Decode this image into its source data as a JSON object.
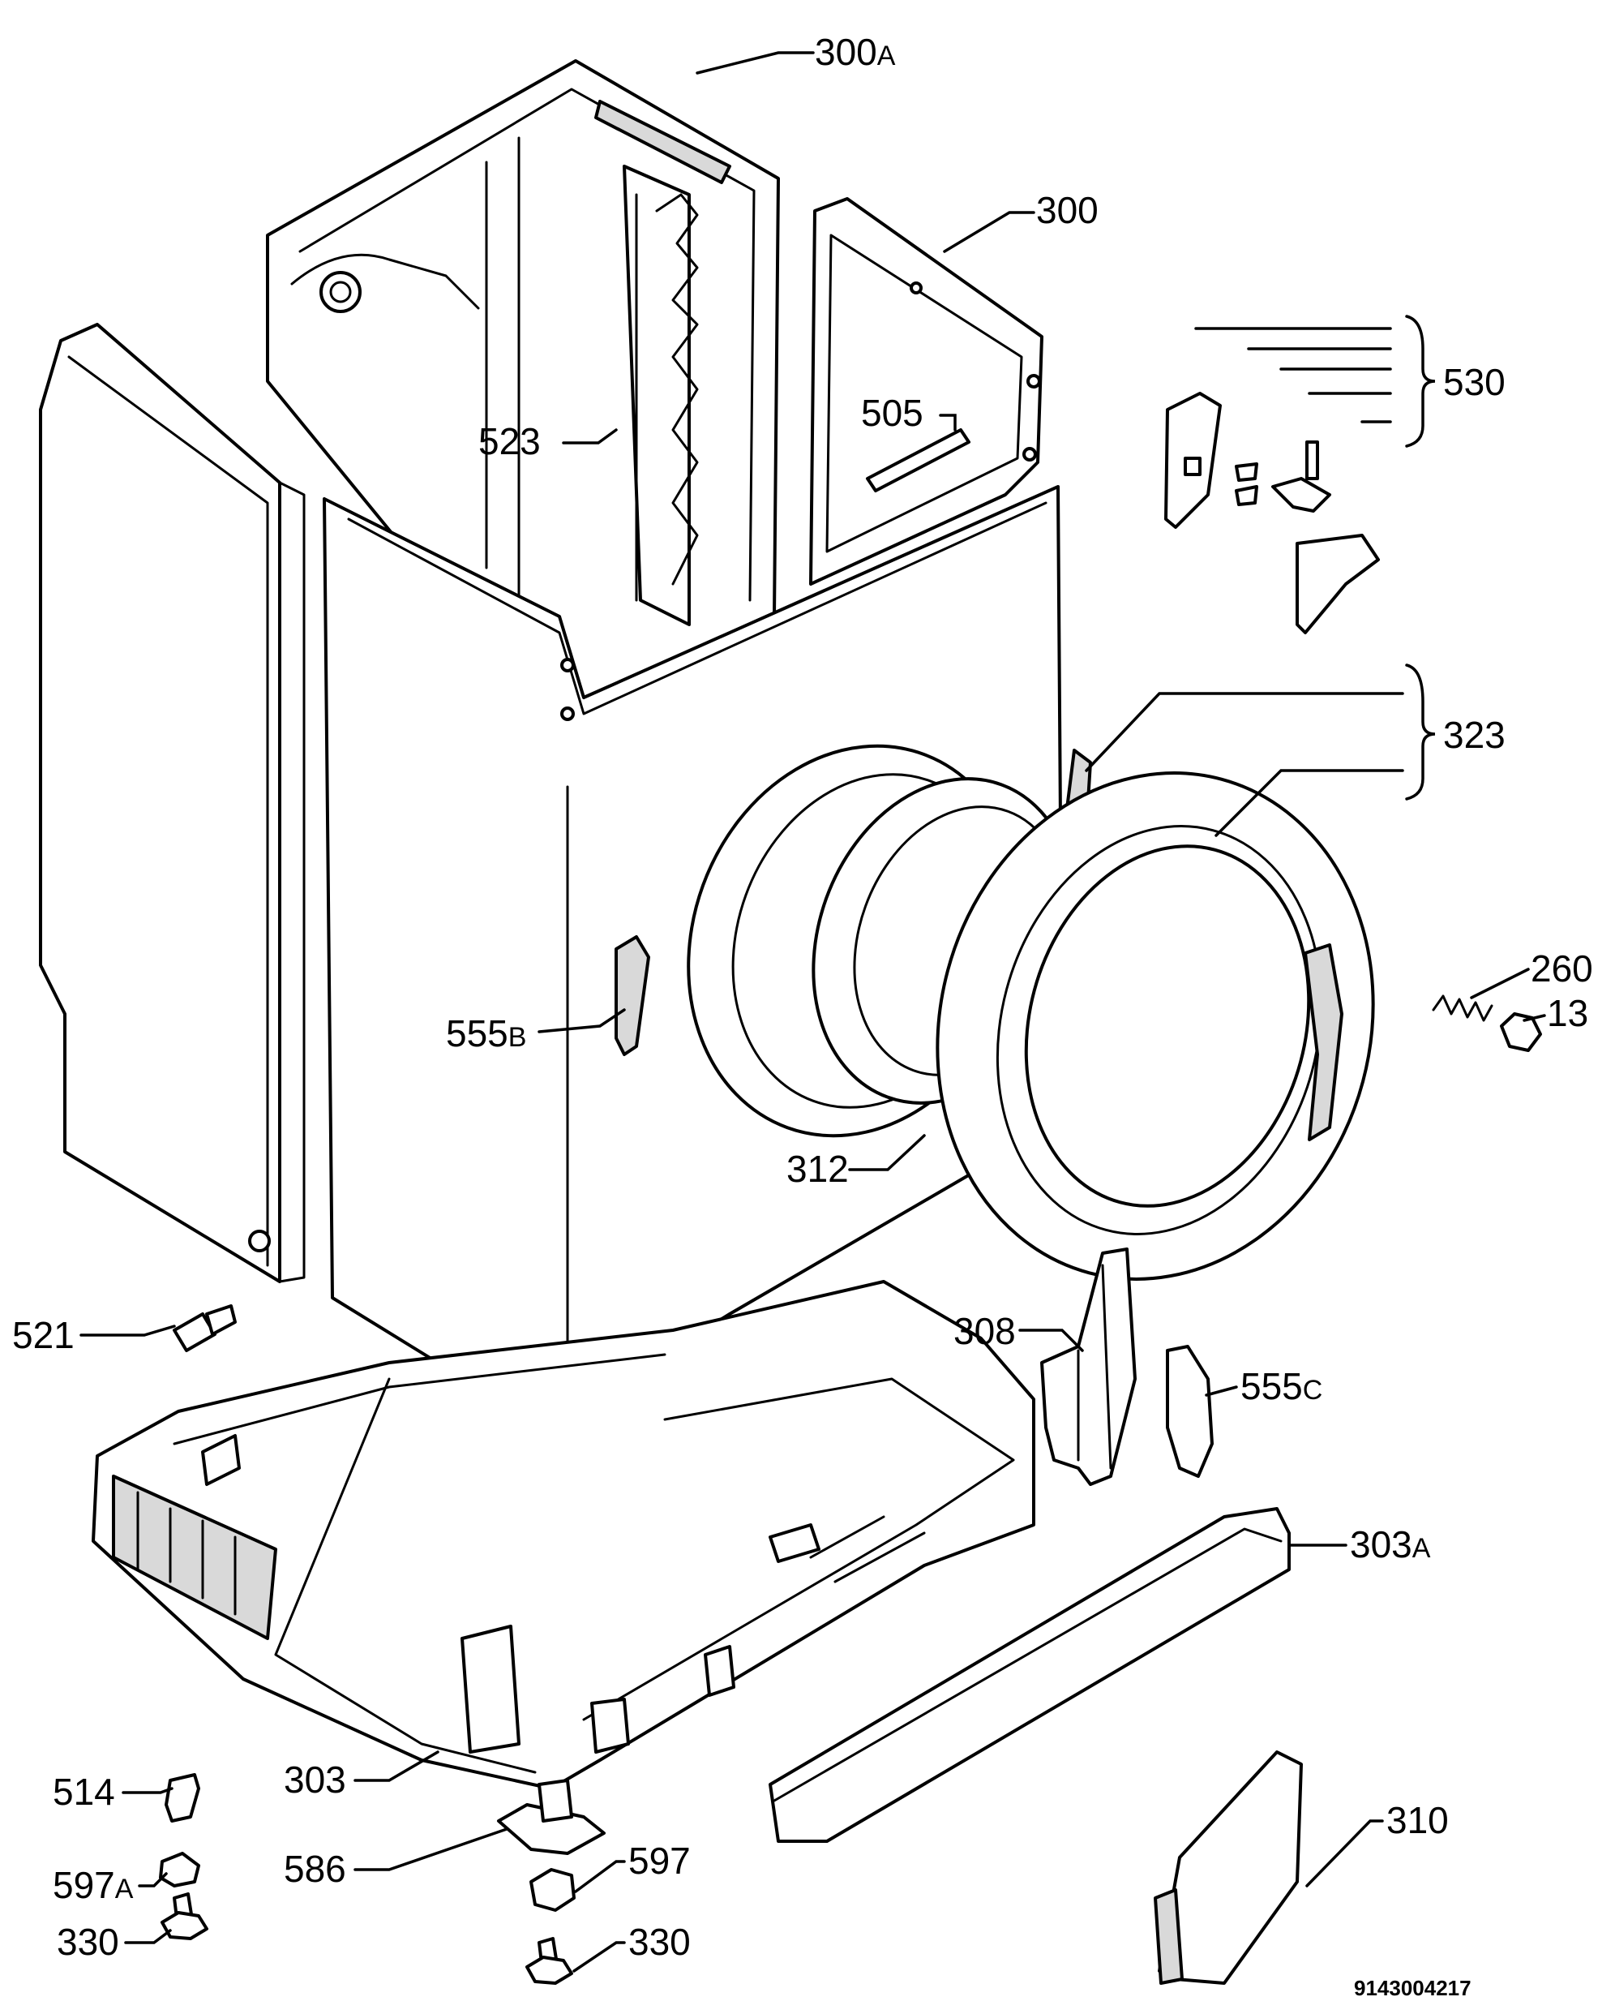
{
  "document_number": "9143004217",
  "callouts": [
    {
      "id": "c300a",
      "number": "300",
      "suffix": "A"
    },
    {
      "id": "c300",
      "number": "300",
      "suffix": ""
    },
    {
      "id": "c530",
      "number": "530",
      "suffix": ""
    },
    {
      "id": "c505",
      "number": "505",
      "suffix": ""
    },
    {
      "id": "c523",
      "number": "523",
      "suffix": ""
    },
    {
      "id": "c323",
      "number": "323",
      "suffix": ""
    },
    {
      "id": "c260",
      "number": "260",
      "suffix": ""
    },
    {
      "id": "c13",
      "number": "13",
      "suffix": ""
    },
    {
      "id": "c555b",
      "number": "555",
      "suffix": "B"
    },
    {
      "id": "c312",
      "number": "312",
      "suffix": ""
    },
    {
      "id": "c521",
      "number": "521",
      "suffix": ""
    },
    {
      "id": "c308",
      "number": "308",
      "suffix": ""
    },
    {
      "id": "c555c",
      "number": "555",
      "suffix": "C"
    },
    {
      "id": "c303a",
      "number": "303",
      "suffix": "A"
    },
    {
      "id": "c310",
      "number": "310",
      "suffix": ""
    },
    {
      "id": "c303",
      "number": "303",
      "suffix": ""
    },
    {
      "id": "c514",
      "number": "514",
      "suffix": ""
    },
    {
      "id": "c597a",
      "number": "597",
      "suffix": "A"
    },
    {
      "id": "c586",
      "number": "586",
      "suffix": ""
    },
    {
      "id": "c597",
      "number": "597",
      "suffix": ""
    },
    {
      "id": "c330a",
      "number": "330",
      "suffix": ""
    },
    {
      "id": "c330b",
      "number": "330",
      "suffix": ""
    }
  ]
}
